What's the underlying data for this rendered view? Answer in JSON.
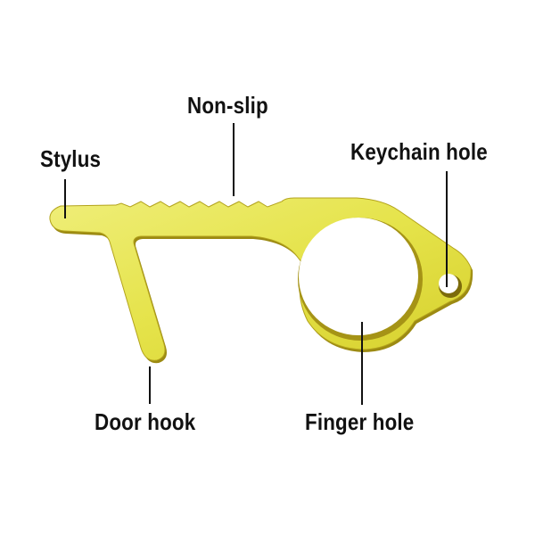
{
  "diagram": {
    "subject": "touchless door opener / hand tool",
    "colors": {
      "body_fill": "#e5e34a",
      "body_highlight": "#efee79",
      "edge_shadow": "#9c8a12",
      "edge_dark": "#6f5f08",
      "label_text": "#111111",
      "leader_line": "#111111",
      "background": "#ffffff"
    },
    "labels": [
      {
        "id": "stylus",
        "text": "Stylus"
      },
      {
        "id": "non_slip",
        "text": "Non-slip"
      },
      {
        "id": "keychain_hole",
        "text": "Keychain hole"
      },
      {
        "id": "door_hook",
        "text": "Door hook"
      },
      {
        "id": "finger_hole",
        "text": "Finger hole"
      }
    ]
  }
}
